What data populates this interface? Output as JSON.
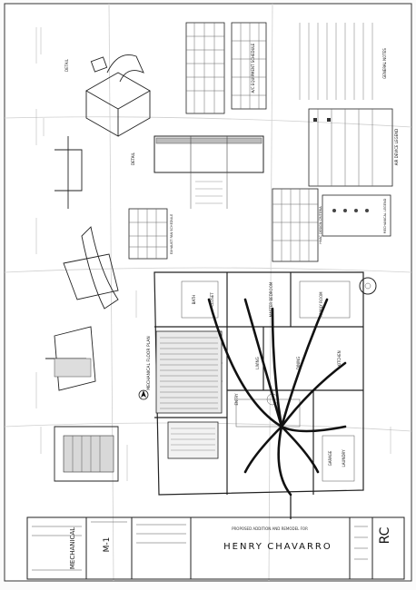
{
  "sheet": {
    "client_name_first": "HENRY",
    "client_name_last": "CHAVARRO",
    "project_line": "PROPOSED ADDITION AND REMODEL FOR",
    "sheet_title": "MECHANICAL",
    "sheet_number": "M-1",
    "firm_initials": "RC"
  },
  "drawings": {
    "main_plan_title": "MECHANICAL FLOOR PLAN",
    "legend_title": "MECHANICAL LEGEND",
    "air_device_legend": "AIR DEVICE LEGEND",
    "exhaust_fan_schedule": "EXHAUST FAN SCHEDULE",
    "hvac_schedule": "HVAC DESIGN CRITERIA",
    "equipment_schedule": "A/C EQUIPMENT SCHEDULE",
    "section_detail": "DETAIL",
    "general_notes": "GENERAL NOTES"
  },
  "rooms": {
    "master_bedroom": "MASTER BEDROOM",
    "kitchen": "KITCHEN",
    "living": "LIVING",
    "entry": "ENTRY",
    "dining": "DINING",
    "family_room": "FAMILY ROOM",
    "bath": "BATH",
    "closet": "CLOSET",
    "garage": "GARAGE",
    "laundry": "LAUNDRY"
  }
}
